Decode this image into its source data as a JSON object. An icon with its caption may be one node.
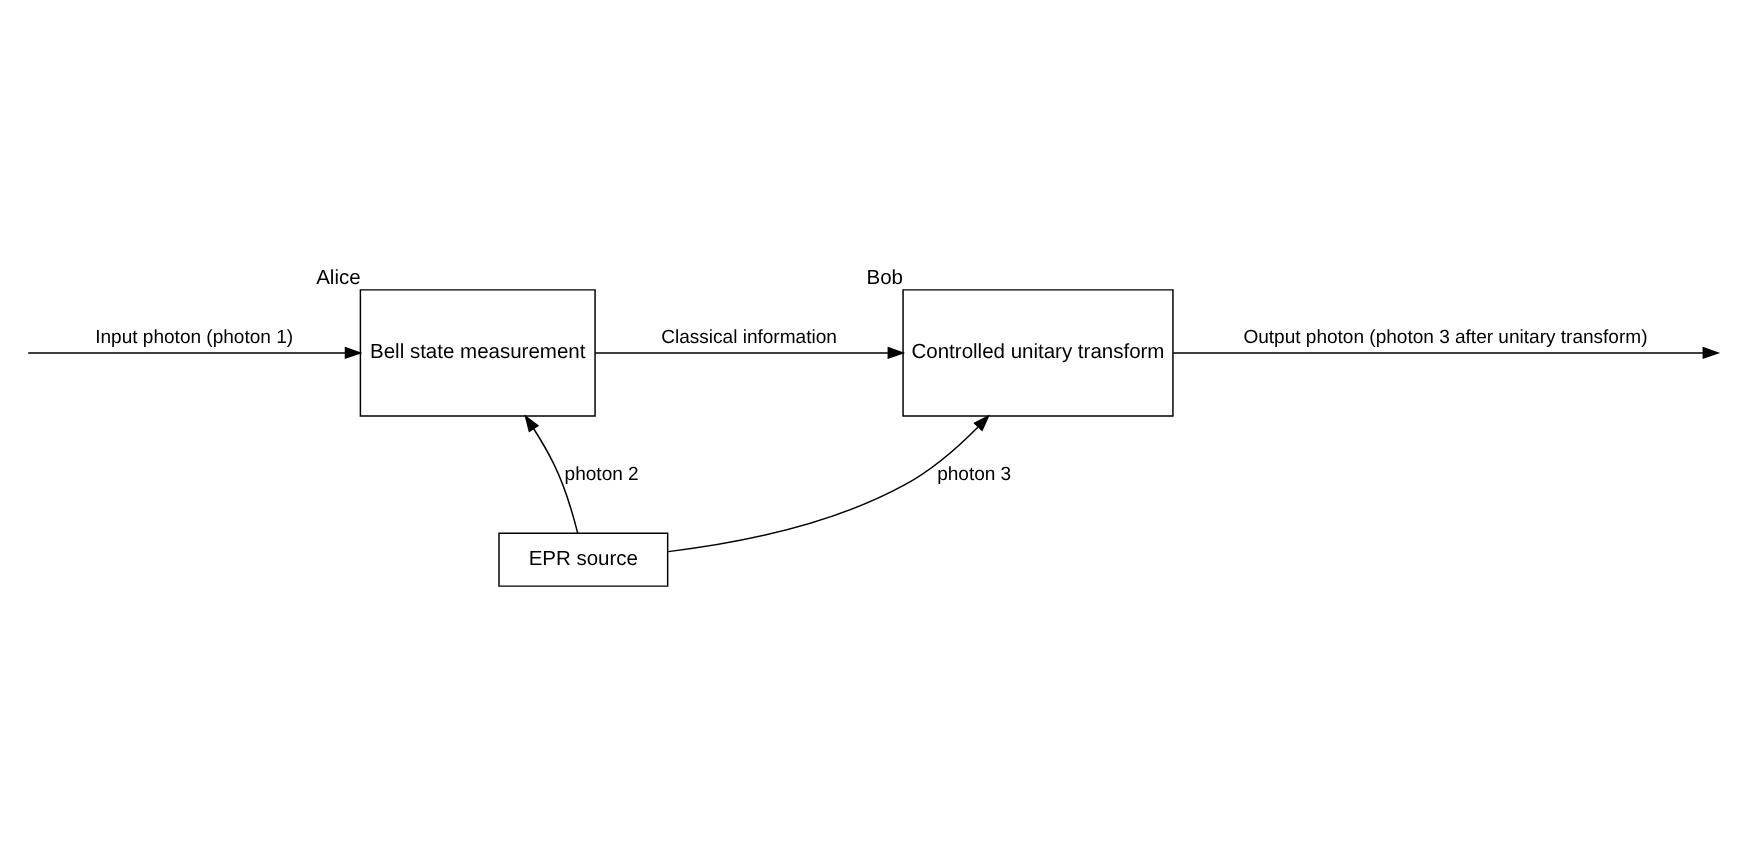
{
  "diagram": {
    "nodes": [
      {
        "text": [
          "Bell state measurement"
        ],
        "beside": [
          "Alice"
        ]
      },
      {
        "text": [
          "Controlled unitary transform"
        ],
        "beside": [
          "Bob"
        ]
      },
      {
        "text": [
          "EPR source"
        ]
      }
    ],
    "edges": [
      {
        "from": null,
        "to": 0,
        "arrow": "to",
        "label": "Input photon (photon 1)"
      },
      {
        "from": 0,
        "to": 1,
        "arrow": "to",
        "label": "Classical information"
      },
      {
        "from": 2,
        "to": 0,
        "arrow": "to",
        "label": "photon 2"
      },
      {
        "from": 2,
        "to": 1,
        "arrow": "to",
        "label": "photon 3"
      },
      {
        "from": 1,
        "to": null,
        "arrow": "to",
        "label": "Output photon (photon 3 after unitary transform)"
      }
    ]
  }
}
